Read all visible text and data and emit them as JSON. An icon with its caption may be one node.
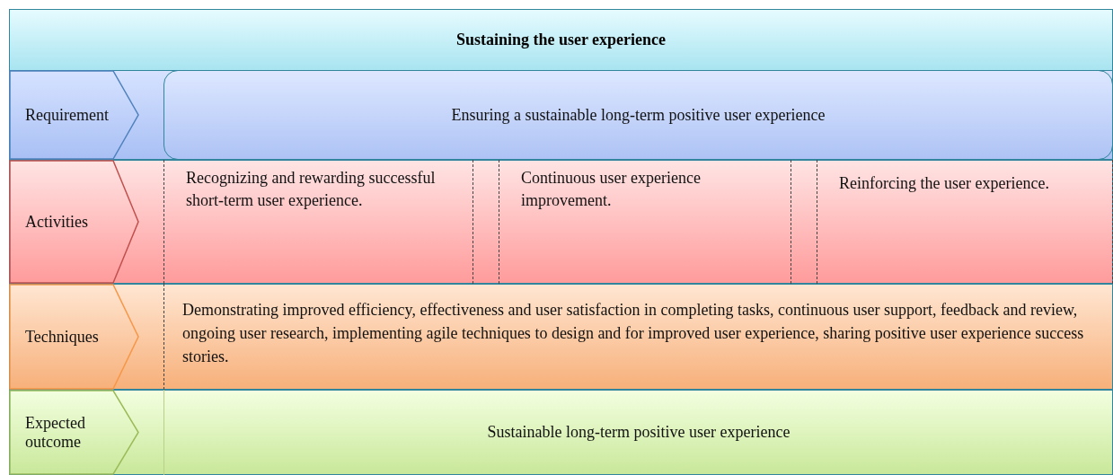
{
  "diagram": {
    "title": "Sustaining the user experience",
    "nodes": [
      {
        "text": [
          "Requirement"
        ]
      },
      {
        "text": [
          "Ensuring a sustainable long-term positive user experience"
        ]
      },
      {
        "text": [
          "Activities"
        ]
      },
      {
        "text": [
          "Recognizing and rewarding successful short-term user experience."
        ]
      },
      {
        "text": [
          "Continuous user experience improvement."
        ]
      },
      {
        "text": [
          "Reinforcing the user experience."
        ]
      },
      {
        "text": [
          "Techniques"
        ]
      },
      {
        "text": [
          "Demonstrating improved efficiency, effectiveness and user satisfaction in completing tasks, continuous user support, feedback and review, ongoing user research, implementing agile techniques to design and for improved user experience, sharing positive user experience success stories."
        ]
      },
      {
        "text": [
          "Expected outcome"
        ]
      },
      {
        "text": [
          "Sustainable long-term positive user experience"
        ]
      }
    ],
    "edges": []
  }
}
